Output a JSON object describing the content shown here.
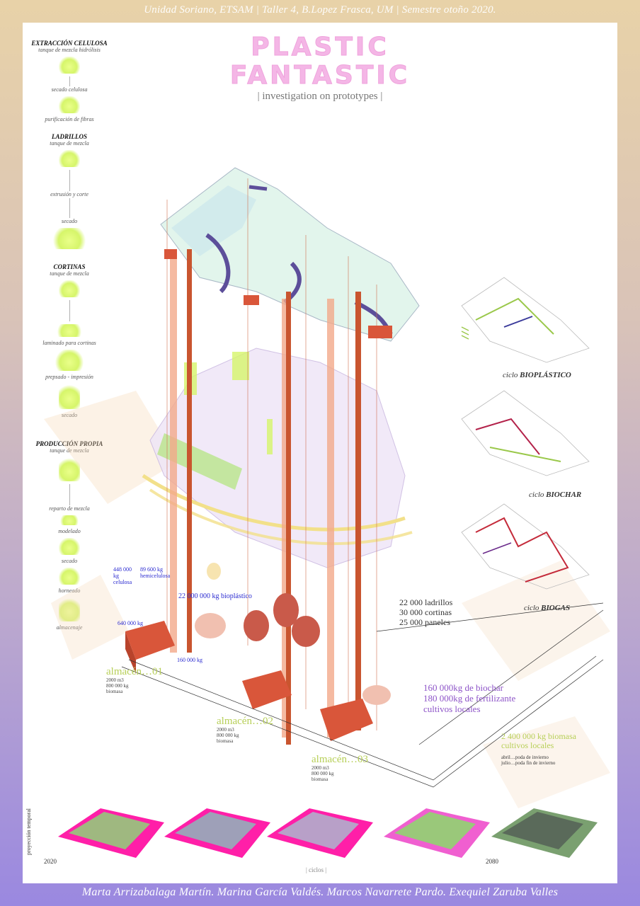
{
  "header": {
    "top_credit": "Unidad Soriano, ETSAM | Taller 4, B.Lopez Frasca, UM | Semestre otoño 2020.",
    "title_line1": "PLASTIC",
    "title_line2": "FANTASTIC",
    "subtitle": "| investigation on prototypes |"
  },
  "footer": {
    "authors": "Marta Arrizabalaga Martín. Marina García Valdés. Marcos Navarrete Pardo. Exequiel Zaruba Valles"
  },
  "sidebar": {
    "sections": [
      {
        "heading": "EXTRACCIÓN CELULOSA",
        "steps": [
          "tanque de mezcla hidrólisis",
          "secado celulosa",
          "purificación de fibras"
        ]
      },
      {
        "heading": "LADRILLOS",
        "steps": [
          "tanque de mezcla",
          "extrusión y corte",
          "secado"
        ]
      },
      {
        "heading": "CORTINAS",
        "steps": [
          "tanque de mezcla",
          "laminado para cortinas",
          "prepsado - impresión",
          "secado"
        ]
      },
      {
        "heading": "PRODUCCIÓN PROPIA",
        "steps": [
          "tanque de mezcla",
          "reparto de mezcla",
          "modelado",
          "secado",
          "horneado",
          "almacenaje"
        ]
      }
    ]
  },
  "cycles": [
    {
      "prefix": "ciclo",
      "name": "BIOPLÁSTICO"
    },
    {
      "prefix": "ciclo",
      "name": "BIOCHAR"
    },
    {
      "prefix": "ciclo",
      "name": "BIOGAS"
    }
  ],
  "stats": {
    "bioplastic": "22 000 000 kg bioplástico",
    "products": [
      "22 000 ladrillos",
      "30 000 cortinas",
      "25 000 paneles"
    ],
    "biochar": [
      "160 000kg de biochar",
      "180 000kg de fertilizante",
      "cultivos locales"
    ],
    "biomass": [
      "2 400 000 kg biomasa",
      "cultivos locales"
    ],
    "pruning": [
      "abril…poda de invierno",
      "julio…poda fin de invierno"
    ],
    "cellulose": "448 000 kg celulosa",
    "hemicellulose": "89 600 kg hemicelulosa",
    "kg640": "640 000 kg",
    "kg160": "160 000 kg"
  },
  "stores": [
    {
      "name": "almacén…01",
      "detail": [
        "2000 m3",
        "800 000 kg",
        "biomasa"
      ]
    },
    {
      "name": "almacén…02",
      "detail": [
        "2000 m3",
        "800 000 kg",
        "biomasa"
      ]
    },
    {
      "name": "almacén…03",
      "detail": [
        "2000 m3",
        "800 000 kg",
        "biomasa"
      ]
    }
  ],
  "timeline": {
    "axis_label": "proyección temporal",
    "start_year": "2020",
    "end_year": "2080",
    "center_label": "| ciclos |"
  },
  "colors": {
    "title_pink": "#f4b6e6",
    "lime": "#d6f56a",
    "brick": "#d9563a",
    "magenta": "#ff1fa8",
    "purple_text": "#8e55c8",
    "green_text": "#b7cf57"
  }
}
